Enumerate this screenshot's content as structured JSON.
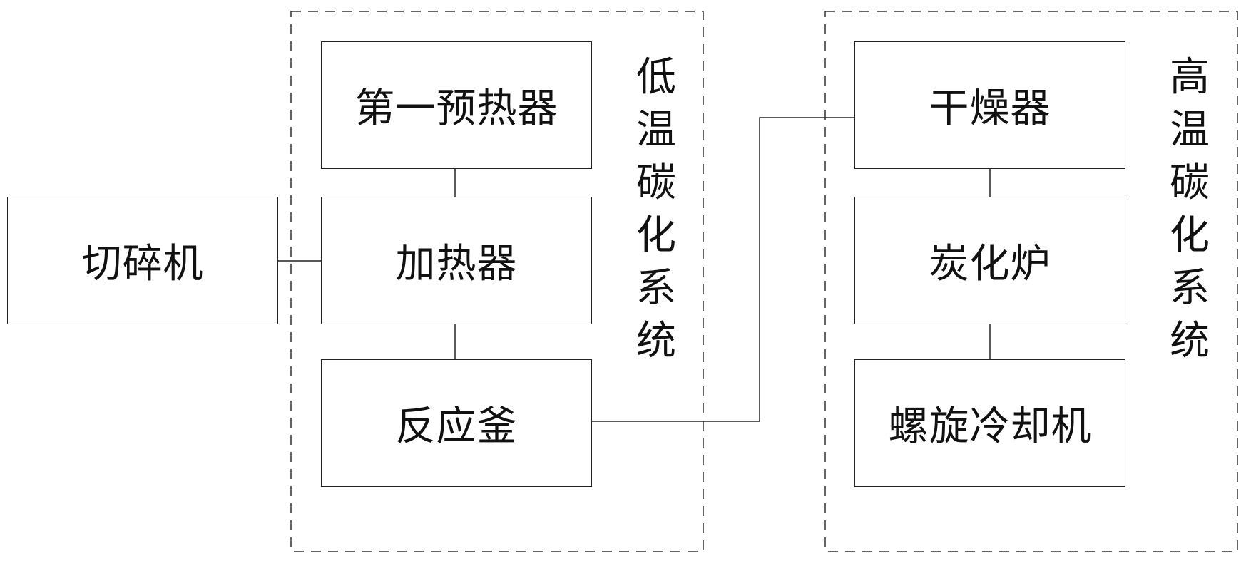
{
  "diagram": {
    "shredder": "切碎机",
    "low_temp_system": {
      "label": "低温碳化系统",
      "first_preheater": "第一预热器",
      "heater": "加热器",
      "reactor": "反应釜"
    },
    "high_temp_system": {
      "label": "高温碳化系统",
      "dryer": "干燥器",
      "carbonization_furnace": "炭化炉",
      "spiral_cooler": "螺旋冷却机"
    }
  }
}
